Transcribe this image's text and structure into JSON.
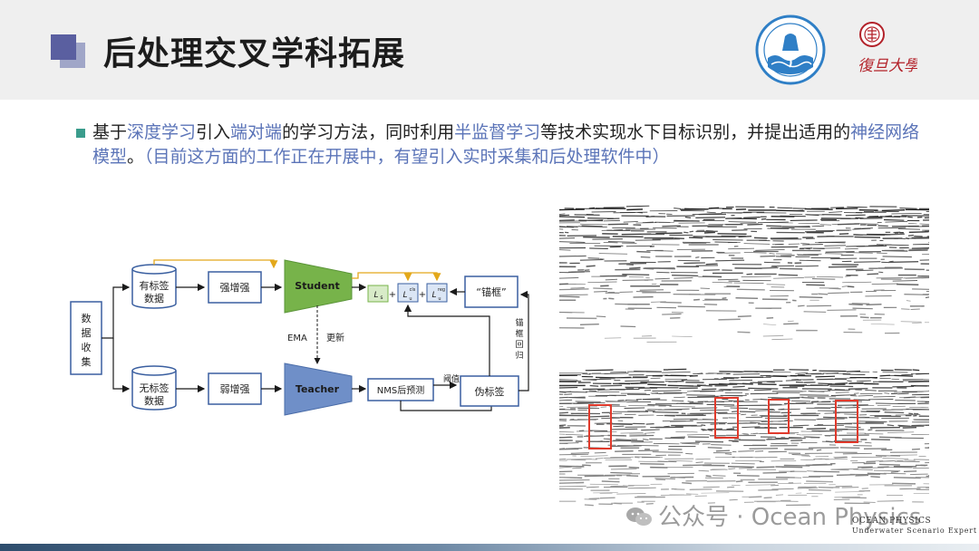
{
  "header": {
    "title": "后处理交叉学科拓展",
    "logo_left": "ocean-university-emblem",
    "logo_right": "fudan-university-logo",
    "logo_right_script": "復旦大學"
  },
  "bullet": {
    "segments": [
      {
        "text": "基于",
        "highlight": false
      },
      {
        "text": "深度学习",
        "highlight": true
      },
      {
        "text": "引入",
        "highlight": false
      },
      {
        "text": "端对端",
        "highlight": true
      },
      {
        "text": "的学习方法，同时利用",
        "highlight": false
      },
      {
        "text": "半监督学习",
        "highlight": true
      },
      {
        "text": "等技术实现水下目标识别，并提出适用的",
        "highlight": false
      },
      {
        "text": "神经网络模型",
        "highlight": true
      },
      {
        "text": "。（目前这方面的工作正在开展中，有望引入实时采集和后处理软件中）",
        "highlight": "paren"
      }
    ]
  },
  "flowchart": {
    "data_collection": "数据收集",
    "labeled_1": "有标签",
    "labeled_2": "数据",
    "unlabeled_1": "无标签",
    "unlabeled_2": "数据",
    "strong_aug": "强增强",
    "weak_aug": "弱增强",
    "student": "Student",
    "teacher": "Teacher",
    "ema": "EMA",
    "update": "更新",
    "loss_s": "L",
    "loss_s_sub": "s",
    "loss_u1": "L",
    "loss_u1_sup": "cls",
    "loss_u1_sub": "u",
    "loss_u2": "L",
    "loss_u2_sup": "reg",
    "loss_u2_sub": "u",
    "plus": "+",
    "anchor_box": "“锚框”",
    "anchor_regress": "锚框回归",
    "nms": "NMS后预测",
    "threshold": "阈值",
    "pseudo_label": "伪标签",
    "colors": {
      "box_border": "#3a5fa0",
      "network_fill": "#6f8fc8",
      "student_fill": "#77b34a",
      "arrow": "#1a1a1a",
      "labeled_arrow": "#e3a81a"
    }
  },
  "seismic": {
    "detections": 4,
    "box_color": "#e03a2c"
  },
  "watermark": {
    "text": "公众号 · Ocean Physics",
    "icon": "wechat-icon",
    "brand_line1": "OCEAN PHYSICS",
    "brand_line2": "Underwater Scenario Expert"
  }
}
